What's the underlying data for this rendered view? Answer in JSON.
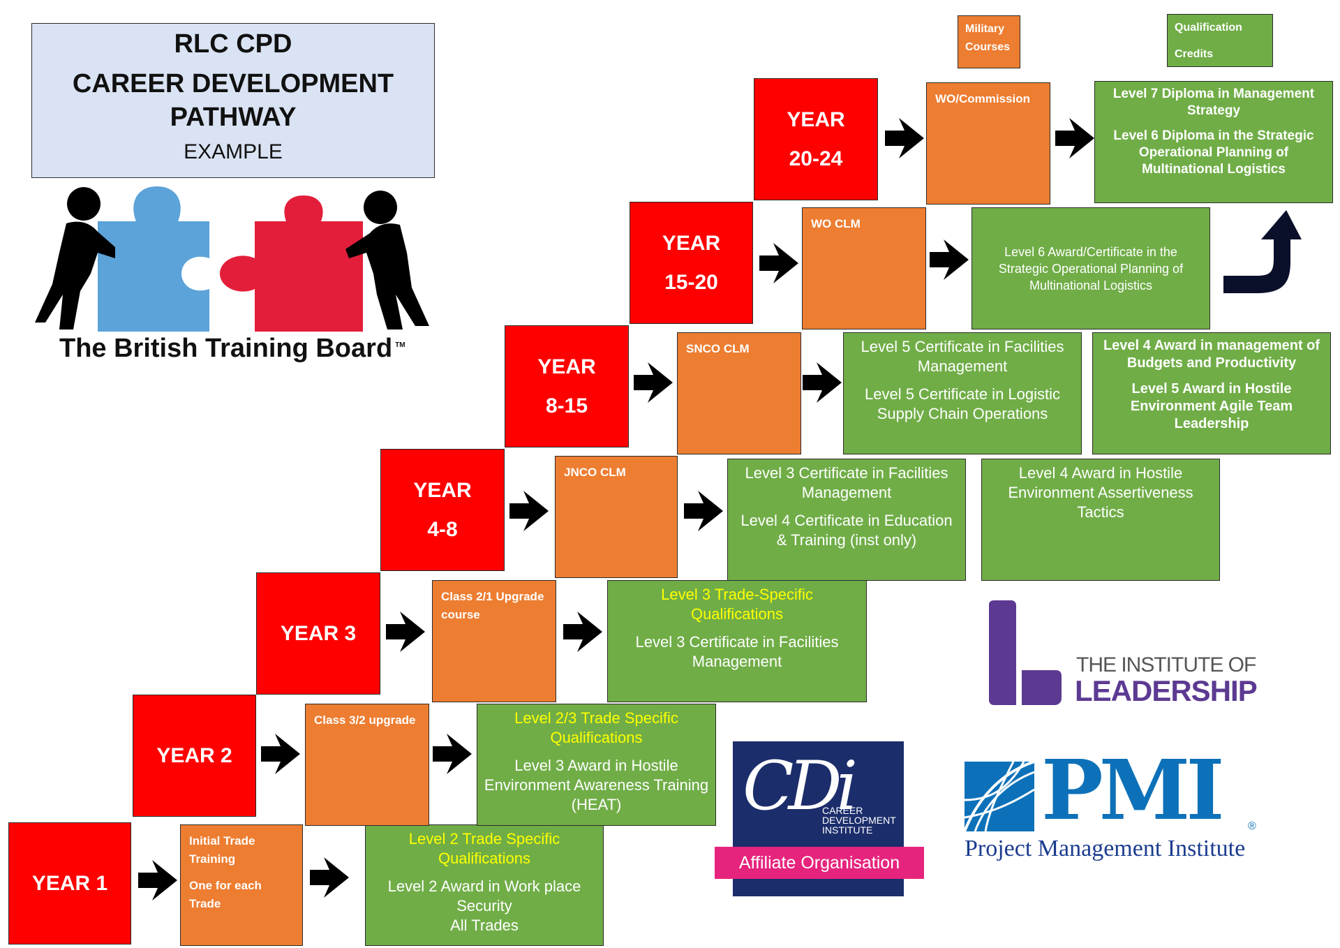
{
  "title": {
    "line1": "RLC CPD",
    "line2": "CAREER DEVELOPMENT PATHWAY",
    "line3": "EXAMPLE"
  },
  "btb_logo": {
    "text": "The British Training Board",
    "tm": "TM",
    "colors": {
      "blue_piece": "#5ba3d9",
      "red_piece": "#e31e3a",
      "figures": "#000000"
    }
  },
  "legend": {
    "military_label": "Military Courses",
    "credits_label": "Qualification Credits"
  },
  "colors": {
    "year": "#ff0000",
    "course": "#ed7d31",
    "qualification": "#70ad47",
    "highlight_text": "#ffff00"
  },
  "steps": [
    {
      "year": [
        "YEAR 1"
      ],
      "course": [
        "Initial Trade Training",
        "One for each Trade"
      ],
      "quals": {
        "highlight": [
          "Level 2 Trade Specific Qualifications"
        ],
        "lines": [
          "Level 2 Award in Work place Security",
          "All Trades"
        ]
      }
    },
    {
      "year": [
        "YEAR 2"
      ],
      "course": [
        "Class 3/2 upgrade"
      ],
      "quals": {
        "highlight": [
          "Level 2/3 Trade Specific Qualifications"
        ],
        "lines": [
          "Level 3 Award in Hostile Environment Awareness Training (HEAT)"
        ]
      }
    },
    {
      "year": [
        "YEAR 3"
      ],
      "course": [
        "Class 2/1 Upgrade course"
      ],
      "quals": {
        "highlight": [
          "Level 3 Trade-Specific Qualifications"
        ],
        "lines": [
          "Level 3 Certificate in Facilities Management"
        ]
      }
    },
    {
      "year": [
        "YEAR",
        "4-8"
      ],
      "course": [
        "JNCO CLM"
      ],
      "quals": {
        "lines": [
          "Level 3 Certificate in Facilities Management",
          "Level 4 Certificate in Education & Training (inst only)"
        ]
      },
      "extra": {
        "lines": [
          "Level 4 Award in Hostile Environment Assertiveness Tactics"
        ]
      }
    },
    {
      "year": [
        "YEAR",
        "8-15"
      ],
      "course": [
        "SNCO CLM"
      ],
      "quals": {
        "lines": [
          "Level 5 Certificate in Facilities Management",
          "Level 5 Certificate in Logistic Supply Chain Operations"
        ]
      },
      "extra": {
        "lines": [
          "Level 4 Award in management of Budgets and Productivity",
          "Level 5 Award in Hostile Environment Agile Team Leadership"
        ]
      }
    },
    {
      "year": [
        "YEAR",
        "15-20"
      ],
      "course": [
        "WO CLM"
      ],
      "quals": {
        "lines": [
          "Level 6 Award/Certificate in the Strategic Operational Planning of Multinational Logistics"
        ]
      }
    },
    {
      "year": [
        "YEAR",
        "20-24"
      ],
      "course": [
        "WO/Commission"
      ],
      "quals": {
        "lines": [
          "Level 7 Diploma in Management Strategy",
          "Level 6 Diploma in the Strategic Operational Planning of Multinational Logistics"
        ]
      }
    }
  ],
  "logos": {
    "leadership": {
      "line1": "THE INSTITUTE OF",
      "line2": "LEADERSHIP",
      "colors": {
        "mark": "#5c3a92",
        "text1": "#555555",
        "text2": "#5c3a92"
      }
    },
    "cdi": {
      "initials": "CDi",
      "name_lines": [
        "CAREER",
        "DEVELOPMENT",
        "INSTITUTE"
      ],
      "banner": "Affiliate Organisation",
      "colors": {
        "bg": "#1b2d6b",
        "banner": "#e6247d"
      }
    },
    "pmi": {
      "initials": "PMI",
      "name": "Project Management Institute",
      "registered": "®",
      "colors": {
        "brand": "#0d71b9",
        "text": "#1b3c8f"
      }
    }
  }
}
